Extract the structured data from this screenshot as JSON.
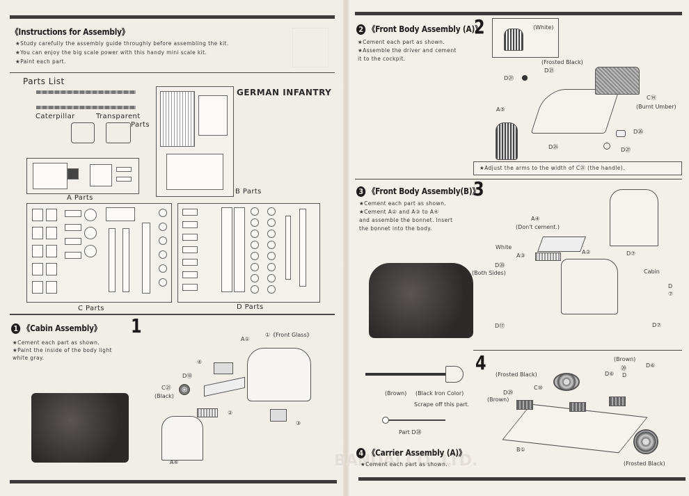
{
  "left_page": {
    "intro": {
      "title": "《Instructions for Assembly》",
      "notes": [
        "★Study carefully the assembly guide throughly before assembling the kit.",
        "★You can enjoy the big scale power with this handy mini scale kit.",
        "★Paint each part."
      ]
    },
    "parts_list": {
      "heading": "Parts List",
      "caterpillar": "Caterpillar",
      "transparent_1": "Transparent",
      "transparent_2": "Parts",
      "german_infantry": "GERMAN INFANTRY",
      "a_parts": "A Parts",
      "b_parts": "B Parts",
      "c_parts": "C Parts",
      "d_parts": "D Parts"
    },
    "step1": {
      "badge": "1",
      "title": "《Cabin Assembly》",
      "big_number": "1",
      "notes": [
        "★Cement each part as shown.",
        "★Paint the inside of the body light",
        "  white gray."
      ],
      "callouts": {
        "a1": "A①",
        "front_glass": "①《Front Glass》",
        "p4": "④",
        "d18": "D⑱",
        "c21": "C㉑",
        "black": "(Black)",
        "p2": "②",
        "p3": "③",
        "a6": "A⑥"
      },
      "watermark": "BANDAI CO.,LTD."
    }
  },
  "right_page": {
    "step2": {
      "badge": "2",
      "title": "《Front Body Assembly (A)》",
      "big_number": "2",
      "notes": [
        "★Cement each part as shown.",
        "★Assemble the driver and cement",
        "  it to the cockpit."
      ],
      "callouts": {
        "white": "(White)",
        "frosted_black": "(Frosted Black)",
        "d21": "D㉑",
        "d27_top": "D㉗",
        "c14": "C⑭",
        "burnt_umber": "(Burnt Umber)",
        "a5": "A⑤",
        "d26": "D㉖",
        "d25": "D㉕",
        "d27_bottom": "D㉗"
      },
      "tip": "★Adjust the arms to the width of C㉑ (the handle)."
    },
    "step3": {
      "badge": "3",
      "title": "《Front Body Assembly(B)》",
      "big_number": "3",
      "notes": [
        "★Cement each part as shown.",
        "★Cement A② and A③ to A④",
        "  and assemble the bonnet. Insert",
        "  the bonnet into the body."
      ],
      "callouts": {
        "a4": "A④",
        "dont_cement": "(Don't cement.)",
        "white": "White",
        "a3": "A③",
        "a2": "A②",
        "d28": "D㉘",
        "both_sides": "(Both Sides)",
        "cabin": "Cabin",
        "d7_top": "D⑦",
        "d7_right_1": "D",
        "d7_right_2": "⑦",
        "d17": "D⑰",
        "d7_bottom": "D⑦"
      }
    },
    "step4": {
      "badge": "4",
      "title": "《Carrier Assembly (A)》",
      "big_number": "4",
      "notes": [
        "★Cement each part as shown."
      ],
      "callouts": {
        "brown_axle": "(Brown)",
        "black_iron": "(Black Iron Color)",
        "scrape": "Scrape off this part.",
        "part_d28": "Part D㉘",
        "frosted_black_top": "(Frosted Black)",
        "c10": "C⑩",
        "d29_left": "D㉙",
        "brown_left": "(Brown)",
        "brown_right": "(Brown)",
        "d29_right_num": "㉙",
        "d29_right_letter": "D",
        "d6_mid": "D⑥",
        "d6_right": "D⑥",
        "b1": "B①",
        "frosted_black_bottom": "(Frosted Black)"
      }
    }
  }
}
